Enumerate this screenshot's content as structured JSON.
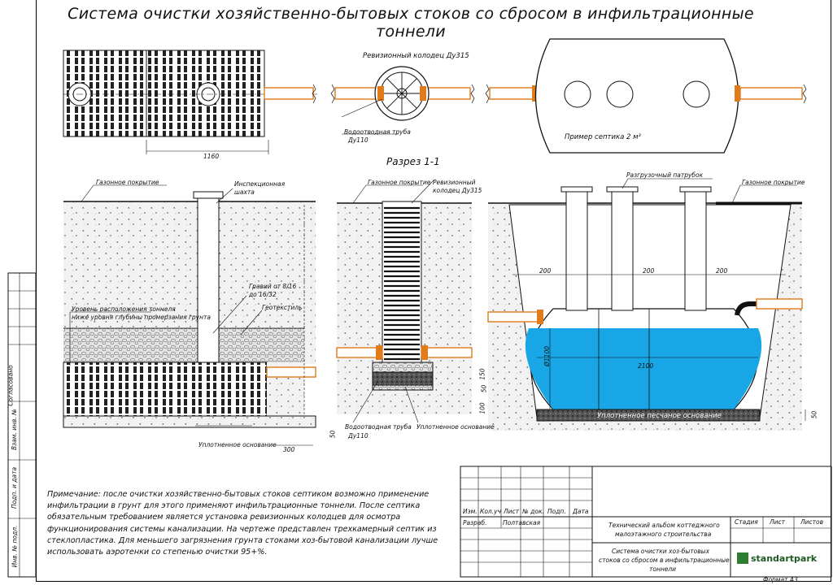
{
  "title": "Система очистки хозяйственно-бытовых стоков со сбросом в инфильтрационные тоннели",
  "plan": {
    "well_label": "Ревизионный колодец Ду315",
    "pipe_label_1": "Водоотводная труба",
    "pipe_label_2": "Ду110",
    "septic_label": "Пример септика 2 м³",
    "dim_tunnel": "1160"
  },
  "section_title": "Разрез 1-1",
  "section": {
    "lawn1": "Газонное покрытие",
    "lawn2": "Газонное покрытие",
    "lawn3": "Газонное покрытие",
    "insp_shaft_1": "Инспекционная",
    "insp_shaft_2": "шахта",
    "gravel_1": "Гравий от 8/16",
    "gravel_2": "до 16/32",
    "geotextile": "Геотекстиль",
    "tunnel_level_1": "Уровень расположения тоннеля",
    "tunnel_level_2": "ниже уровня глубины промерзания грунта",
    "compact_base_1": "Уплотненное основание",
    "dim_300": "300",
    "dim_50a": "50",
    "well_1": "Ревизионный",
    "well_2": "колодец Ду315",
    "dim_150": "150",
    "dim_50b": "50",
    "dim_100": "100",
    "drain_1": "Водоотводная труба",
    "drain_2": "Ду110",
    "compact_base_2": "Уплотненное основание",
    "relief_pipe": "Разгрузочный патрубок",
    "dim_200a": "200",
    "dim_200b": "200",
    "dim_200c": "200",
    "dim_1100": "Ø1100",
    "dim_2100": "2100",
    "sand_base": "Уплотненное песчаное основание",
    "dim_50c": "50"
  },
  "note": "Примечание: после очистки хозяйственно-бытовых стоков септиком  возможно применение инфильтрации в грунт для этого применяют инфильтрационные тоннели. После септика обязательным требованием является установка ревизионных колодцев для осмотра функционирования системы канализации. На чертеже представлен трехкамерный септик из стеклопластика. Для меньшего загрязнения грунта стоками хоз-бытовой канализации лучше использовать аэротенки со степенью очистки 95+%.",
  "side_stamp": [
    "Согласовано",
    "Взам. инв. №",
    "Подп. и дата",
    "Инв. № подл."
  ],
  "titleblock": {
    "h_izm": "Изм.",
    "h_kol": "Кол.уч",
    "h_list": "Лист",
    "h_ndok": "№ док.",
    "h_podp": "Подп.",
    "h_data": "Дата",
    "razrab": "Разраб.",
    "author": "Полтавская",
    "album_1": "Технический альбом коттеджного",
    "album_2": "малоэтажного строительства",
    "sheet_1": "Система  очистки хоз-бытовых",
    "sheet_2": "стоков со сбросом в инфильтрационные",
    "sheet_3": "тоннели",
    "stadia": "Стадия",
    "list": "Лист",
    "listov": "Листов",
    "logo": "standartpark",
    "format": "Формат А3"
  },
  "colors": {
    "pipe": "#e07a1a",
    "water": "#19a6e6",
    "soil": "#ececec"
  }
}
